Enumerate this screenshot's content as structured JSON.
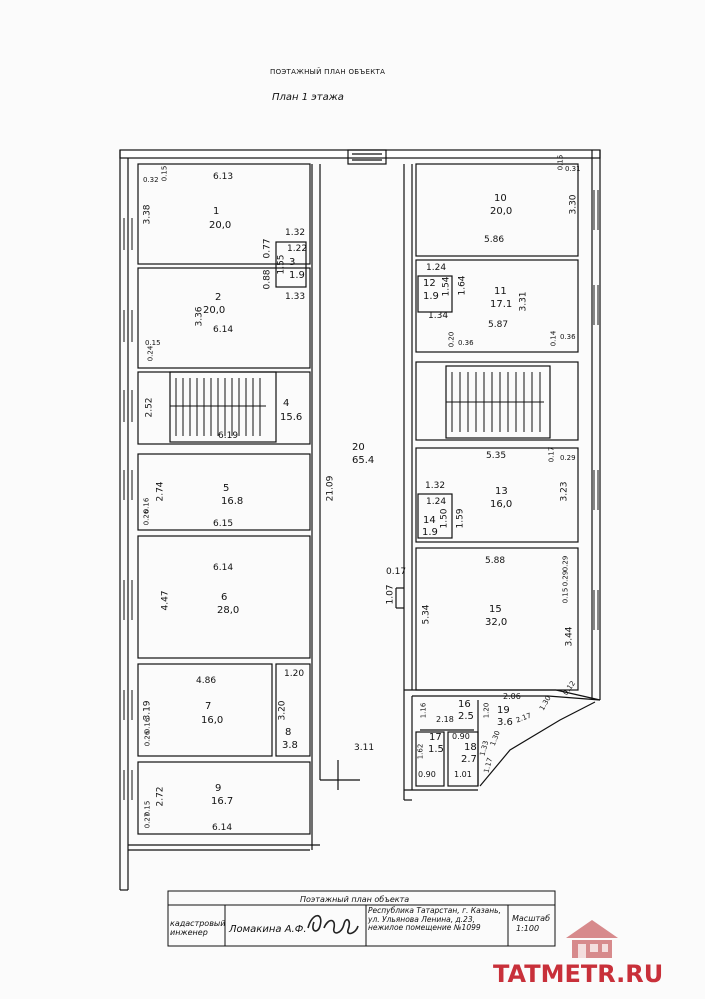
{
  "header": {
    "title": "ПОЭТАЖНЫЙ ПЛАН ОБЪЕКТА",
    "subtitle": "План  1  этажа"
  },
  "rooms": [
    {
      "no": "1",
      "area": "20,0"
    },
    {
      "no": "2",
      "area": "20,0"
    },
    {
      "no": "3",
      "area": "1.9"
    },
    {
      "no": "4",
      "area": "15.6"
    },
    {
      "no": "5",
      "area": "16.8"
    },
    {
      "no": "6",
      "area": "28,0"
    },
    {
      "no": "7",
      "area": "16,0"
    },
    {
      "no": "8",
      "area": "3.8"
    },
    {
      "no": "9",
      "area": "16.7"
    },
    {
      "no": "10",
      "area": "20,0"
    },
    {
      "no": "11",
      "area": "17.1"
    },
    {
      "no": "12",
      "area": "1.9"
    },
    {
      "no": "13",
      "area": "16,0"
    },
    {
      "no": "14",
      "area": "1.9"
    },
    {
      "no": "15",
      "area": "32,0"
    },
    {
      "no": "16",
      "area": "2.5"
    },
    {
      "no": "17",
      "area": "1.5"
    },
    {
      "no": "18",
      "area": "2.7"
    },
    {
      "no": "19",
      "area": "3.6"
    },
    {
      "no": "20",
      "area": "65.4"
    }
  ],
  "dimensions": [
    "6.13",
    "0.32",
    "0.15",
    "3.38",
    "1.32",
    "1.22",
    "0.77",
    "1.55",
    "0.88",
    "1.33",
    "3.36",
    "6.14",
    "0.15",
    "0.24",
    "2.52",
    "6.19",
    "2.74",
    "0.16",
    "0.26",
    "6.15",
    "6.14",
    "4.47",
    "4.86",
    "1.20",
    "3.19",
    "3.20",
    "0.16",
    "0.26",
    "2.72",
    "0.15",
    "0.27",
    "6.14",
    "21.09",
    "0.17",
    "1.07",
    "3.11",
    "0.15",
    "0.31",
    "3.30",
    "5.86",
    "1.24",
    "1.54",
    "1.64",
    "3.31",
    "1.34",
    "5.87",
    "0.20",
    "0.36",
    "0.14",
    "0.36",
    "5.35",
    "0.17",
    "0.29",
    "1.32",
    "3.23",
    "1.24",
    "1.50",
    "1.59",
    "5.88",
    "0.29",
    "0.29",
    "0.15",
    "5.34",
    "3.44",
    "2.06",
    "0.12",
    "1.16",
    "2.18",
    "1.20",
    "0.90",
    "1.62",
    "1.30",
    "0.90",
    "1.01",
    "1.17",
    "1.33",
    "2.17",
    "1.30"
  ],
  "stamp": {
    "title": "Поэтажный план объекта",
    "role": "кадастровый инженер",
    "name": "Ломакина А.Ф.",
    "address": "Республика Татарстан, г. Казань, ул. Ульянова Ленина, д.23, нежилое помещение №1099",
    "scale_label": "Масштаб",
    "scale": "1:100"
  },
  "watermark": {
    "text": "TATMETR.RU",
    "color": "#c8303a"
  }
}
